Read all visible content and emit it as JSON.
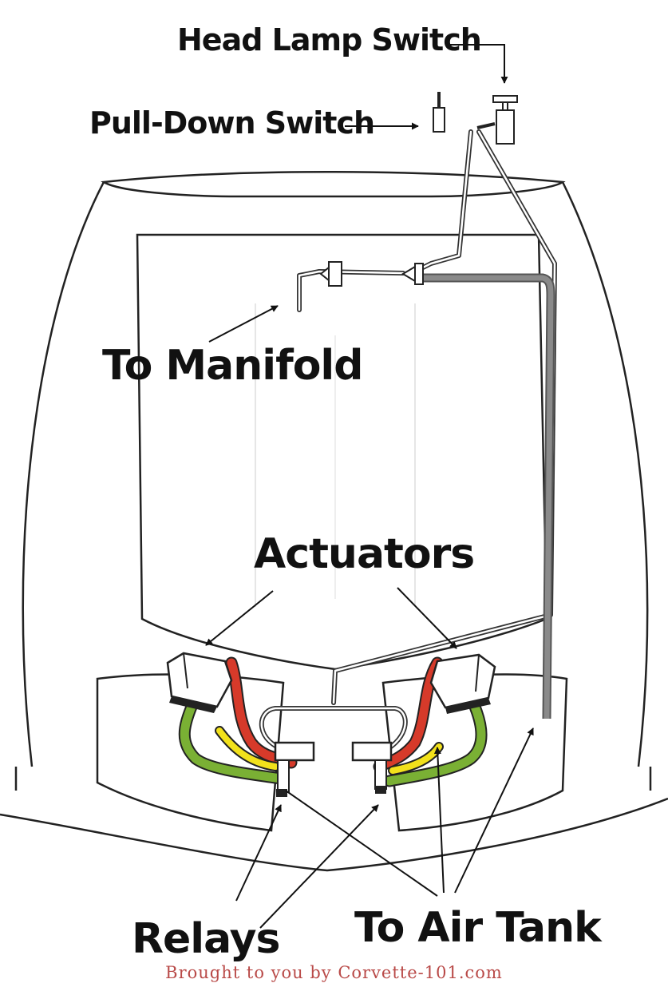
{
  "labels": {
    "head_lamp_switch": "Head Lamp Switch",
    "pull_down_switch": "Pull-Down Switch",
    "to_manifold": "To Manifold",
    "actuators": "Actuators",
    "relays": "Relays",
    "to_air_tank": "To Air Tank"
  },
  "credit": "Brought to you by Corvette-101.com",
  "colors": {
    "outline": "#111111",
    "hose_red": "#d63a2a",
    "hose_green": "#7ab034",
    "hose_yellow": "#f2e11b",
    "hose_gray": "#8a8a8a",
    "credit_text": "#b94a48"
  }
}
